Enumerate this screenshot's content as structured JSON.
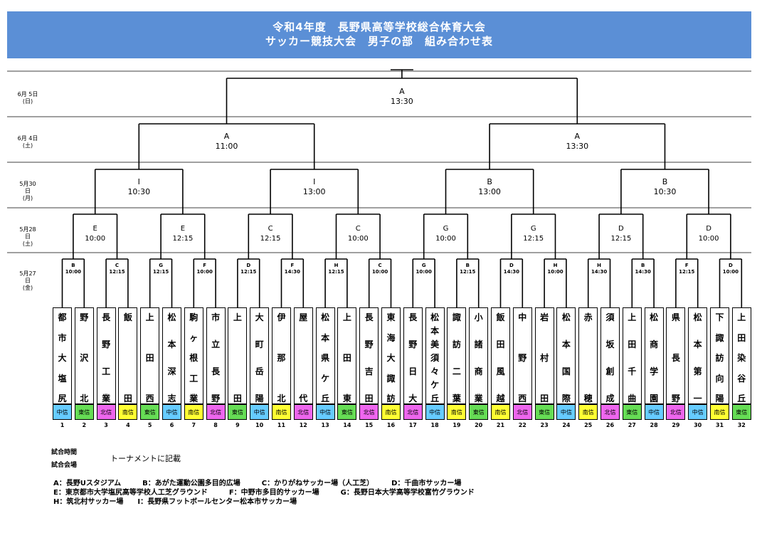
{
  "title": {
    "line1": "令和4年度　長野県高等学校総合体育大会",
    "line2": "サッカー競技大会　男子の部　組み合わせ表"
  },
  "dates": [
    {
      "date": "6月 5日",
      "day": "(日)"
    },
    {
      "date": "6月 4日",
      "day": "(土)"
    },
    {
      "date": "5月30日",
      "day": "(月)"
    },
    {
      "date": "5月28日",
      "day": "(土)"
    },
    {
      "date": "5月27日",
      "day": "(金)"
    }
  ],
  "round1": [
    {
      "venue": "B",
      "time": "10:00"
    },
    {
      "venue": "C",
      "time": "12:15"
    },
    {
      "venue": "G",
      "time": "12:15"
    },
    {
      "venue": "F",
      "time": "10:00"
    },
    {
      "venue": "D",
      "time": "12:15"
    },
    {
      "venue": "F",
      "time": "14:30"
    },
    {
      "venue": "H",
      "time": "12:15"
    },
    {
      "venue": "C",
      "time": "10:00"
    },
    {
      "venue": "G",
      "time": "10:00"
    },
    {
      "venue": "B",
      "time": "12:15"
    },
    {
      "venue": "D",
      "time": "14:30"
    },
    {
      "venue": "H",
      "time": "10:00"
    },
    {
      "venue": "H",
      "time": "14:30"
    },
    {
      "venue": "B",
      "time": "14:30"
    },
    {
      "venue": "F",
      "time": "12:15"
    },
    {
      "venue": "D",
      "time": "10:00"
    }
  ],
  "round2": [
    {
      "venue": "E",
      "time": "10:00"
    },
    {
      "venue": "E",
      "time": "12:15"
    },
    {
      "venue": "C",
      "time": "12:15"
    },
    {
      "venue": "C",
      "time": "10:00"
    },
    {
      "venue": "G",
      "time": "10:00"
    },
    {
      "venue": "G",
      "time": "12:15"
    },
    {
      "venue": "D",
      "time": "12:15"
    },
    {
      "venue": "D",
      "time": "10:00"
    }
  ],
  "round3": [
    {
      "venue": "I",
      "time": "10:30"
    },
    {
      "venue": "I",
      "time": "13:00"
    },
    {
      "venue": "B",
      "time": "13:00"
    },
    {
      "venue": "B",
      "time": "10:30"
    }
  ],
  "semifinals": [
    {
      "venue": "A",
      "time": "11:00"
    },
    {
      "venue": "A",
      "time": "13:30"
    }
  ],
  "final": {
    "venue": "A",
    "time": "13:30"
  },
  "teams": [
    {
      "name": "都市大塩尻",
      "region": "中信",
      "num": "1"
    },
    {
      "name": "野沢北",
      "region": "東信",
      "num": "2"
    },
    {
      "name": "長野工業",
      "region": "北信",
      "num": "3"
    },
    {
      "name": "飯田",
      "region": "南信",
      "num": "4"
    },
    {
      "name": "上田西",
      "region": "東信",
      "num": "5"
    },
    {
      "name": "松本深志",
      "region": "中信",
      "num": "6"
    },
    {
      "name": "駒ヶ根工業",
      "region": "南信",
      "num": "7"
    },
    {
      "name": "市立長野",
      "region": "北信",
      "num": "8"
    },
    {
      "name": "上田",
      "region": "東信",
      "num": "9"
    },
    {
      "name": "大町岳陽",
      "region": "中信",
      "num": "10"
    },
    {
      "name": "伊那北",
      "region": "南信",
      "num": "11"
    },
    {
      "name": "屋代",
      "region": "北信",
      "num": "12"
    },
    {
      "name": "松本県ケ丘",
      "region": "中信",
      "num": "13"
    },
    {
      "name": "上田東",
      "region": "東信",
      "num": "14"
    },
    {
      "name": "長野吉田",
      "region": "北信",
      "num": "15"
    },
    {
      "name": "東海大諏訪",
      "region": "南信",
      "num": "16"
    },
    {
      "name": "長野日大",
      "region": "北信",
      "num": "17"
    },
    {
      "name": "松本美須々ケ丘",
      "region": "中信",
      "num": "18"
    },
    {
      "name": "諏訪二葉",
      "region": "南信",
      "num": "19"
    },
    {
      "name": "小諸商業",
      "region": "東信",
      "num": "20"
    },
    {
      "name": "飯田風越",
      "region": "南信",
      "num": "21"
    },
    {
      "name": "中野西",
      "region": "北信",
      "num": "22"
    },
    {
      "name": "岩村田",
      "region": "東信",
      "num": "23"
    },
    {
      "name": "松本国際",
      "region": "中信",
      "num": "24"
    },
    {
      "name": "赤穂",
      "region": "南信",
      "num": "25"
    },
    {
      "name": "須坂創成",
      "region": "北信",
      "num": "26"
    },
    {
      "name": "上田千曲",
      "region": "東信",
      "num": "27"
    },
    {
      "name": "松商学園",
      "region": "中信",
      "num": "28"
    },
    {
      "name": "県長野",
      "region": "北信",
      "num": "29"
    },
    {
      "name": "松本第一",
      "region": "中信",
      "num": "30"
    },
    {
      "name": "下諏訪向陽",
      "region": "南信",
      "num": "31"
    },
    {
      "name": "上田染谷丘",
      "region": "東信",
      "num": "32"
    }
  ],
  "region_colors": {
    "中信": "#66ccff",
    "東信": "#66dd55",
    "北信": "#ee66ee",
    "南信": "#ffff33"
  },
  "info": {
    "time_label": "試合時間",
    "venue_label": "試合会場",
    "time_value": "トーナメントに記載"
  },
  "venues": [
    "A：長野Uスタジアム　　　B：あがた運動公園多目的広場　　　C：かりがねサッカー場（人工芝）　　　D：千曲市サッカー場",
    "E：東京都市大学塩尻高等学校人工芝グラウンド　　　F：中野市多目的サッカー場　　　G：長野日本大学高等学校富竹グラウンド",
    "H：筑北村サッカー場　　I：長野県フットボールセンター松本市サッカー場"
  ]
}
